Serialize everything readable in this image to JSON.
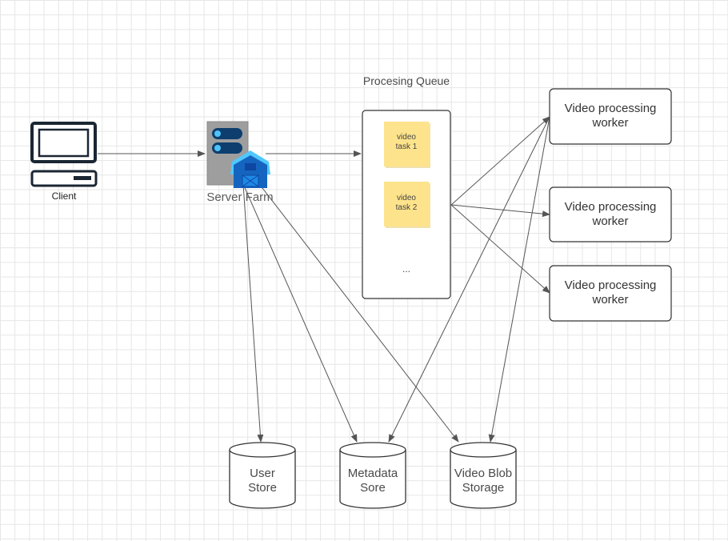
{
  "client": {
    "label": "Client",
    "icon": "computer-icon"
  },
  "server": {
    "label": "Server Farm",
    "icon": "server-farm-icon"
  },
  "queue": {
    "title": "Procesing Queue",
    "tasks": [
      {
        "line1": "video",
        "line2": "task 1"
      },
      {
        "line1": "video",
        "line2": "task 2"
      }
    ],
    "ellipsis": "..."
  },
  "workers": [
    {
      "line1": "Video processing",
      "line2": "worker"
    },
    {
      "line1": "Video processing",
      "line2": "worker"
    },
    {
      "line1": "Video processing",
      "line2": "worker"
    }
  ],
  "stores": [
    {
      "line1": "User",
      "line2": "Store"
    },
    {
      "line1": "Metadata",
      "line2": "Sore"
    },
    {
      "line1": "Video Blob",
      "line2": "Storage"
    }
  ],
  "colors": {
    "sticky_note": "#fde38b",
    "server_blue": "#1e88e5",
    "server_gray": "#9e9e9e",
    "line": "#555555"
  }
}
